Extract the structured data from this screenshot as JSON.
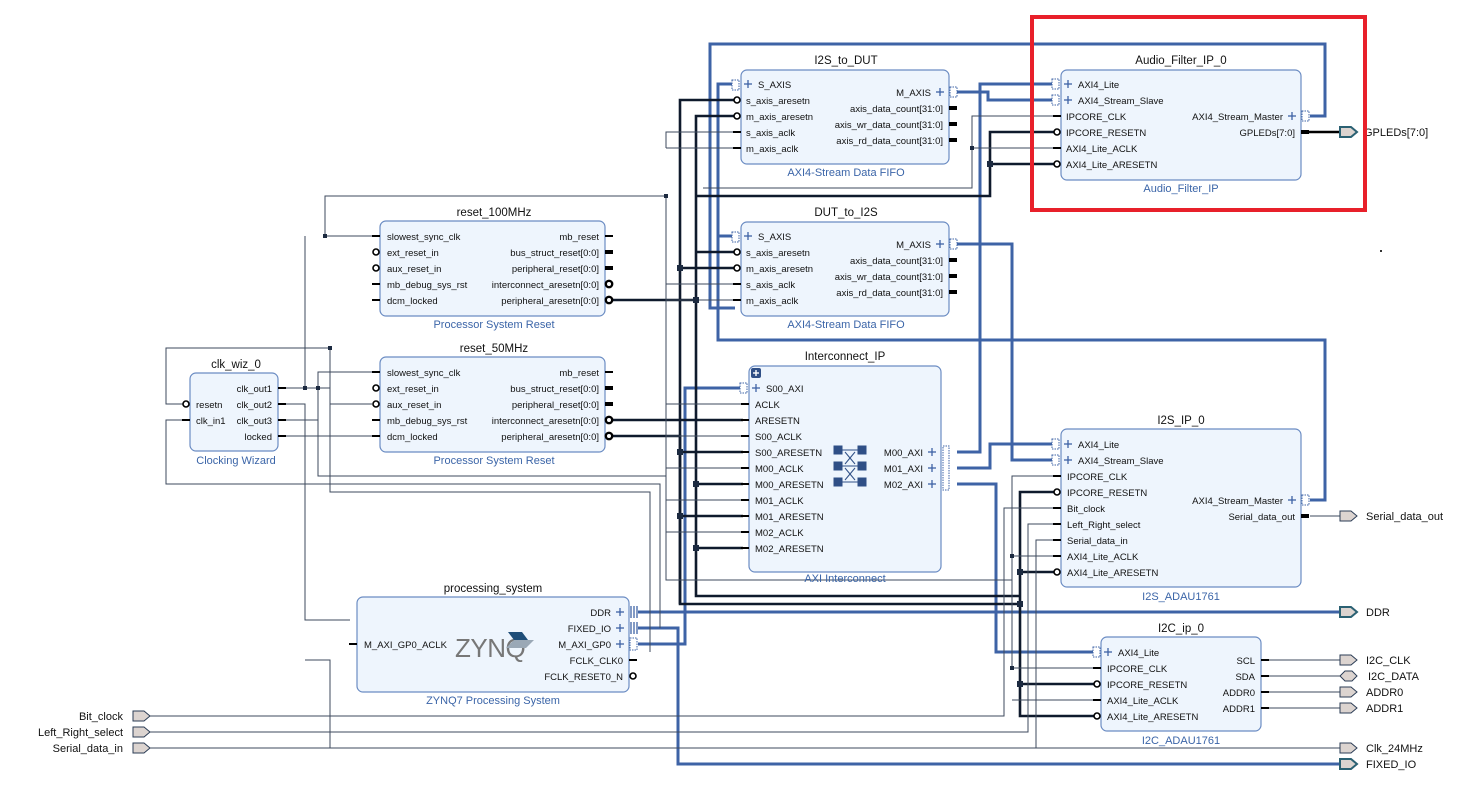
{
  "diagram": {
    "highlight_target": "Audio_Filter_IP_0",
    "colors": {
      "highlight": "#e8202a",
      "bus": "#3e63a6",
      "block_fill": "#eef5fd",
      "ip_name": "#3b65a8"
    },
    "blocks": {
      "i2s_to_dut": {
        "instance": "I2S_to_DUT",
        "ip": "AXI4-Stream Data FIFO",
        "left": [
          "S_AXIS",
          "s_axis_aresetn",
          "m_axis_aresetn",
          "s_axis_aclk",
          "m_axis_aclk"
        ],
        "right": [
          "M_AXIS",
          "axis_data_count[31:0]",
          "axis_wr_data_count[31:0]",
          "axis_rd_data_count[31:0]"
        ]
      },
      "dut_to_i2s": {
        "instance": "DUT_to_I2S",
        "ip": "AXI4-Stream Data FIFO",
        "left": [
          "S_AXIS",
          "s_axis_aresetn",
          "m_axis_aresetn",
          "s_axis_aclk",
          "m_axis_aclk"
        ],
        "right": [
          "M_AXIS",
          "axis_data_count[31:0]",
          "axis_wr_data_count[31:0]",
          "axis_rd_data_count[31:0]"
        ]
      },
      "audio_filter": {
        "instance": "Audio_Filter_IP_0",
        "ip": "Audio_Filter_IP",
        "left": [
          "AXI4_Lite",
          "AXI4_Stream_Slave",
          "IPCORE_CLK",
          "IPCORE_RESETN",
          "AXI4_Lite_ACLK",
          "AXI4_Lite_ARESETN"
        ],
        "right": [
          "AXI4_Stream_Master",
          "GPLEDs[7:0]"
        ]
      },
      "reset_100": {
        "instance": "reset_100MHz",
        "ip": "Processor System Reset",
        "left": [
          "slowest_sync_clk",
          "ext_reset_in",
          "aux_reset_in",
          "mb_debug_sys_rst",
          "dcm_locked"
        ],
        "right": [
          "mb_reset",
          "bus_struct_reset[0:0]",
          "peripheral_reset[0:0]",
          "interconnect_aresetn[0:0]",
          "peripheral_aresetn[0:0]"
        ]
      },
      "reset_50": {
        "instance": "reset_50MHz",
        "ip": "Processor System Reset",
        "left": [
          "slowest_sync_clk",
          "ext_reset_in",
          "aux_reset_in",
          "mb_debug_sys_rst",
          "dcm_locked"
        ],
        "right": [
          "mb_reset",
          "bus_struct_reset[0:0]",
          "peripheral_reset[0:0]",
          "interconnect_aresetn[0:0]",
          "peripheral_aresetn[0:0]"
        ]
      },
      "clk_wiz": {
        "instance": "clk_wiz_0",
        "ip": "Clocking Wizard",
        "left": [
          "resetn",
          "clk_in1"
        ],
        "right": [
          "clk_out1",
          "clk_out2",
          "clk_out3",
          "locked"
        ]
      },
      "interconnect": {
        "instance": "Interconnect_IP",
        "ip": "AXI Interconnect",
        "left": [
          "S00_AXI",
          "ACLK",
          "ARESETN",
          "S00_ACLK",
          "S00_ARESETN",
          "M00_ACLK",
          "M00_ARESETN",
          "M01_ACLK",
          "M01_ARESETN",
          "M02_ACLK",
          "M02_ARESETN"
        ],
        "right": [
          "M00_AXI",
          "M01_AXI",
          "M02_AXI"
        ]
      },
      "i2s_ip": {
        "instance": "I2S_IP_0",
        "ip": "I2S_ADAU1761",
        "left": [
          "AXI4_Lite",
          "AXI4_Stream_Slave",
          "IPCORE_CLK",
          "IPCORE_RESETN",
          "Bit_clock",
          "Left_Right_select",
          "Serial_data_in",
          "AXI4_Lite_ACLK",
          "AXI4_Lite_ARESETN"
        ],
        "right": [
          "AXI4_Stream_Master",
          "Serial_data_out"
        ]
      },
      "i2c_ip": {
        "instance": "I2C_ip_0",
        "ip": "I2C_ADAU1761",
        "left": [
          "AXI4_Lite",
          "IPCORE_CLK",
          "IPCORE_RESETN",
          "AXI4_Lite_ACLK",
          "AXI4_Lite_ARESETN"
        ],
        "right": [
          "SCL",
          "SDA",
          "ADDR0",
          "ADDR1"
        ]
      },
      "ps": {
        "instance": "processing_system",
        "ip": "ZYNQ7 Processing System",
        "logo": "ZYNQ",
        "left": [
          "M_AXI_GP0_ACLK"
        ],
        "right": [
          "DDR",
          "FIXED_IO",
          "M_AXI_GP0",
          "FCLK_CLK0",
          "FCLK_RESET0_N"
        ]
      }
    },
    "external_inputs": [
      "Bit_clock",
      "Left_Right_select",
      "Serial_data_in"
    ],
    "external_outputs": [
      "GPLEDs[7:0]",
      "Serial_data_out",
      "DDR",
      "I2C_CLK",
      "I2C_DATA",
      "ADDR0",
      "ADDR1",
      "Clk_24MHz",
      "FIXED_IO"
    ]
  }
}
